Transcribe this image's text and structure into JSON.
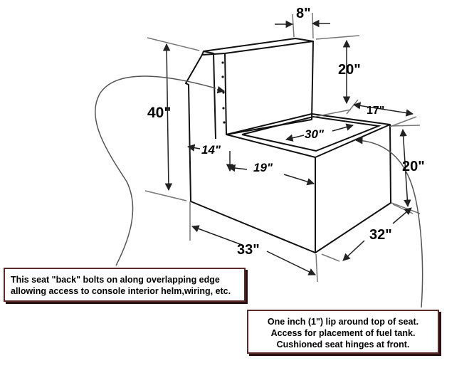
{
  "dimensions": {
    "back_width": "8\"",
    "back_height": "20\"",
    "seat_depth_top": "17\"",
    "overall_height": "40\"",
    "seat_lid": "30\"",
    "seat_height": "20\"",
    "step_depth": "14\"",
    "side_depth": "19\"",
    "base_length": "33\"",
    "front_width": "32\""
  },
  "notes": {
    "back": {
      "line1": "This seat \"back\" bolts on along overlapping edge",
      "line2": "allowing access to console interior helm,wiring, etc."
    },
    "seat": {
      "line1": "One inch (1\") lip around top of seat.",
      "line2": "Access for placement of fuel tank.",
      "line3": "Cushioned seat hinges at front."
    }
  }
}
